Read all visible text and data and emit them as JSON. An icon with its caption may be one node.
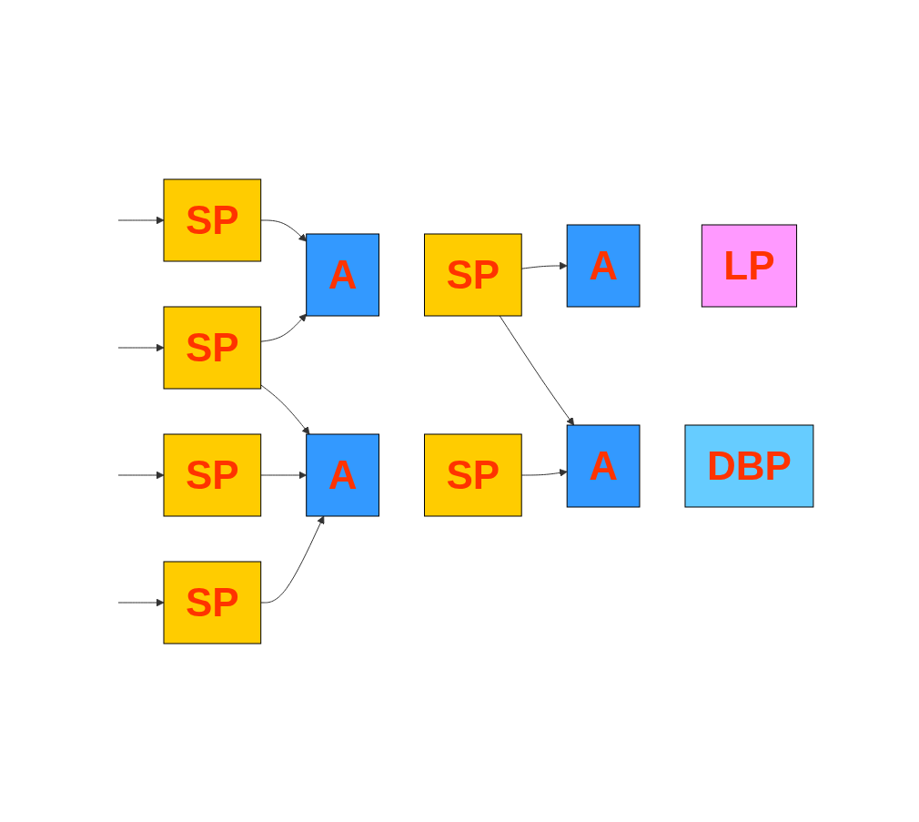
{
  "diagram": {
    "nodes": [
      {
        "text": [
          "SP"
        ]
      },
      {
        "text": [
          "SP"
        ]
      },
      {
        "text": [
          "SP"
        ]
      },
      {
        "text": [
          "SP"
        ]
      },
      {
        "text": [
          "A"
        ]
      },
      {
        "text": [
          "SP"
        ]
      },
      {
        "text": [
          "A"
        ]
      },
      {
        "text": [
          "SP"
        ]
      },
      {
        "text": [
          "A"
        ]
      },
      {
        "text": [
          "LP"
        ]
      },
      {
        "text": [
          "A"
        ]
      },
      {
        "text": [
          "DBP"
        ]
      }
    ],
    "edges": [
      {
        "from": null,
        "to": 0,
        "arrow": "to"
      },
      {
        "from": null,
        "to": 1,
        "arrow": "to"
      },
      {
        "from": null,
        "to": 2,
        "arrow": "to"
      },
      {
        "from": null,
        "to": 3,
        "arrow": "to"
      },
      {
        "from": 0,
        "to": 4,
        "arrow": "to"
      },
      {
        "from": 1,
        "to": 4,
        "arrow": "to"
      },
      {
        "from": 1,
        "to": 6,
        "arrow": "to"
      },
      {
        "from": 2,
        "to": 6,
        "arrow": "to"
      },
      {
        "from": 3,
        "to": 6,
        "arrow": "to"
      },
      {
        "from": 5,
        "to": 8,
        "arrow": "to"
      },
      {
        "from": 5,
        "to": 10,
        "arrow": "to"
      },
      {
        "from": 7,
        "to": 10,
        "arrow": "to"
      }
    ]
  }
}
